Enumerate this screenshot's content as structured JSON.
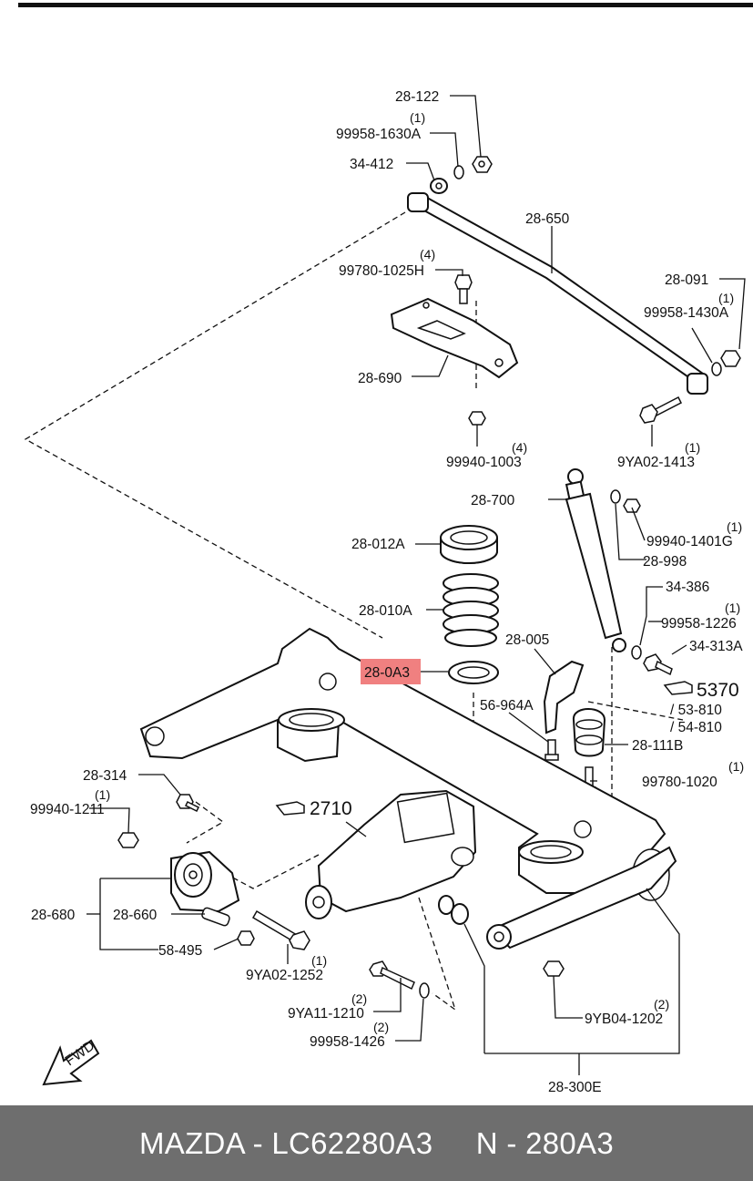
{
  "highlight_color": "#f08080",
  "footer_color": "#6e6e6e",
  "labels": {
    "p28_122": "28-122",
    "q28_122": "(1)",
    "p99958_1630A": "99958-1630A",
    "p34_412": "34-412",
    "p28_650": "28-650",
    "q99780_1025H": "(4)",
    "p99780_1025H": "99780-1025H",
    "p28_091": "28-091",
    "q99958_1430A": "(1)",
    "p99958_1430A": "99958-1430A",
    "p28_690": "28-690",
    "q99940_1003": "(4)",
    "p99940_1003": "99940-1003",
    "q9YA02_1413": "(1)",
    "p9YA02_1413": "9YA02-1413",
    "p28_700": "28-700",
    "q99940_1401G": "(1)",
    "p99940_1401G": "99940-1401G",
    "p28_998": "28-998",
    "p28_012A": "28-012A",
    "p34_386": "34-386",
    "q99958_1226": "(1)",
    "p99958_1226": "99958-1226",
    "p28_010A": "28-010A",
    "p34_313A": "34-313A",
    "p28_005": "28-005",
    "p28_0A3": "28-0A3",
    "ref5370": "5370",
    "p56_964A": "56-964A",
    "p53_810": "/ 53-810",
    "p54_810": "/ 54-810",
    "p28_111B": "28-111B",
    "q99780_1020": "(1)",
    "p99780_1020": "99780-1020",
    "p28_314": "28-314",
    "q99940_1211": "(1)",
    "p99940_1211": "99940-1211",
    "ref2710": "2710",
    "p28_680": "28-680",
    "p28_660": "28-660",
    "p58_495": "58-495",
    "q9YA02_1252": "(1)",
    "p9YA02_1252": "9YA02-1252",
    "q9YA11_1210": "(2)",
    "p9YA11_1210": "9YA11-1210",
    "q99958_1426": "(2)",
    "p99958_1426": "99958-1426",
    "q9YB04_1202": "(2)",
    "p9YB04_1202": "9YB04-1202",
    "p28_300E": "28-300E",
    "fwd": "FWD"
  },
  "footer": {
    "text": "MAZDA - LC62280A3     N - 280A3"
  }
}
